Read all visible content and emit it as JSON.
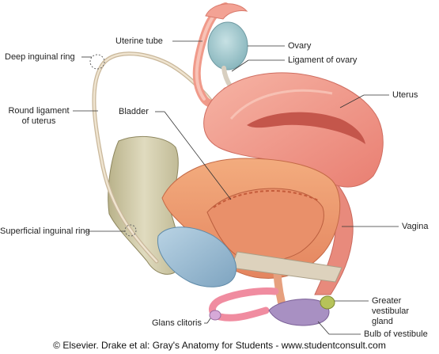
{
  "labels": {
    "uterine_tube": "Uterine tube",
    "ovary": "Ovary",
    "ligament_of_ovary": "Ligament of ovary",
    "deep_inguinal_ring": "Deep inguinal ring",
    "uterus": "Uterus",
    "round_ligament": "Round ligament\nof uterus",
    "bladder": "Bladder",
    "vagina": "Vagina",
    "superficial_inguinal_ring": "Superficial inguinal ring",
    "greater_vestibular_gland": "Greater vestibular\ngland",
    "glans_clitoris": "Glans clitoris",
    "bulb_of_vestibule": "Bulb of vestibule"
  },
  "credit": "© Elsevier. Drake et al: Gray's Anatomy for Students - www.studentconsult.com"
}
